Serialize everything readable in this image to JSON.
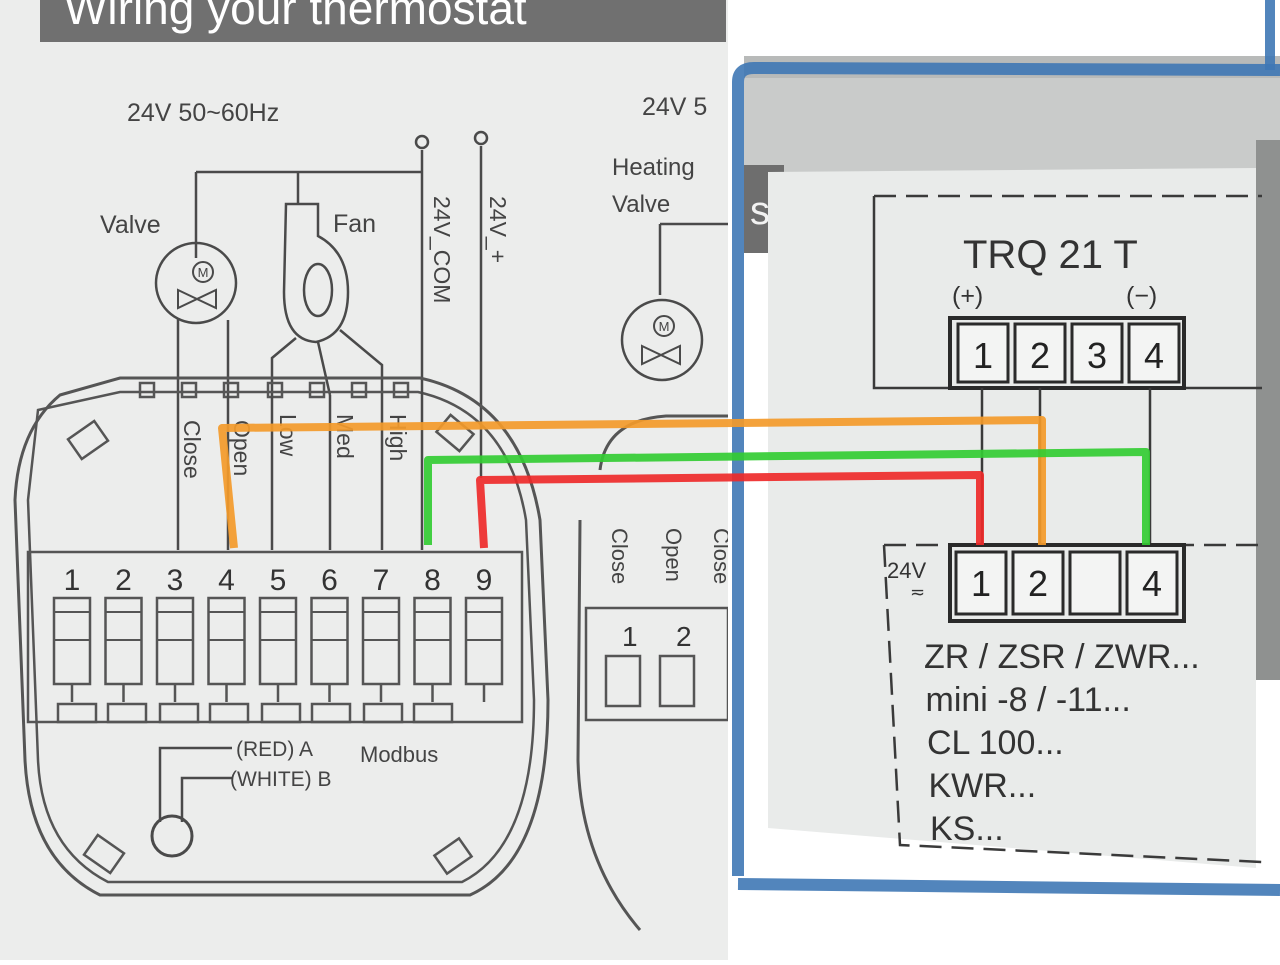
{
  "left_diagram": {
    "header": "Wiring your thermostat",
    "supply_label": "24V 50~60Hz",
    "valve_label": "Valve",
    "fan_label": "Fan",
    "motor_symbol": "M",
    "com_label": "24V_COM",
    "plus_label": "24V_+",
    "terminal_names": [
      "Close",
      "Open",
      "Low",
      "Med",
      "High"
    ],
    "terminal_numbers": [
      "1",
      "2",
      "3",
      "4",
      "5",
      "6",
      "7",
      "8",
      "9"
    ],
    "modbus_red": "(RED) A",
    "modbus_white": "(WHITE) B",
    "modbus_label": "Modbus"
  },
  "second_diagram": {
    "supply_label": "24V 5",
    "heating_valve_line1": "Heating",
    "heating_valve_line2": "Valve",
    "terminal_names": [
      "Close",
      "Open",
      "Close"
    ],
    "terminal_numbers": [
      "1",
      "2"
    ]
  },
  "right_photo": {
    "tab_letter": "s",
    "device_model": "TRQ 21 T",
    "polarity_plus": "(+)",
    "polarity_minus": "(−)",
    "top_terminals": [
      "1",
      "2",
      "3",
      "4"
    ],
    "supply_label": "24V",
    "supply_symbol": "≂",
    "bottom_terminals": [
      "1",
      "2",
      "",
      "4"
    ],
    "device_list": [
      "ZR / ZSR / ZWR...",
      "mini -8 / -11...",
      "CL 100...",
      "KWR...",
      "KS..."
    ]
  },
  "wire_colors": {
    "orange": "#f39a2a",
    "green": "#33cc33",
    "red": "#ee2a2a",
    "frame": "#3f78b5",
    "paper": "#ecedec",
    "ink": "#4a4a4a"
  }
}
